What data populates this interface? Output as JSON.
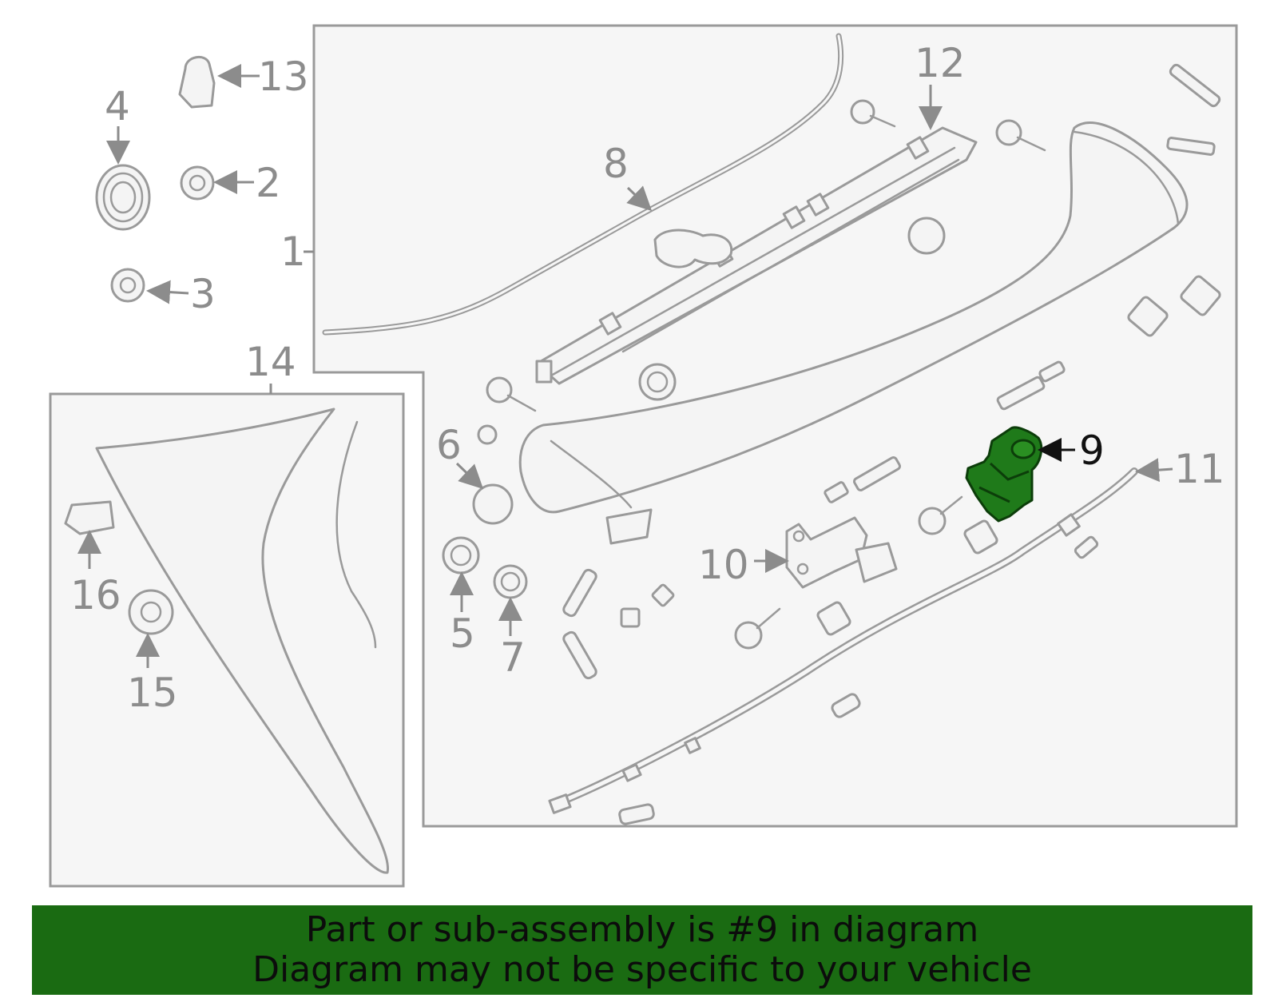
{
  "diagram": {
    "highlight_part": "9",
    "highlight_color": "#1f7a1a",
    "callouts": {
      "p1": "1",
      "p2": "2",
      "p3": "3",
      "p4": "4",
      "p5": "5",
      "p6": "6",
      "p7": "7",
      "p8": "8",
      "p9": "9",
      "p10": "10",
      "p11": "11",
      "p12": "12",
      "p13": "13",
      "p14": "14",
      "p15": "15",
      "p16": "16"
    }
  },
  "banner": {
    "line1": "Part or sub-assembly is #9 in diagram",
    "line2": "Diagram may not be specific to your vehicle",
    "background": "#1a6b12"
  }
}
